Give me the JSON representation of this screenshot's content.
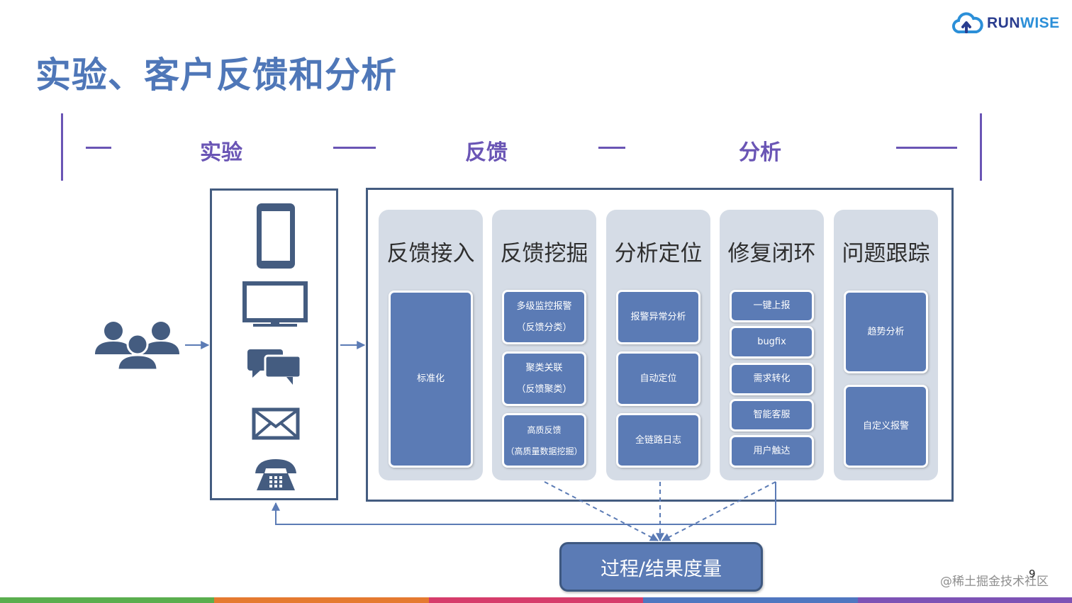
{
  "slide": {
    "title": "实验、客户反馈和分析",
    "page_number": "9"
  },
  "logo": {
    "part1": "RUN",
    "part2": "WISE"
  },
  "phases": [
    "实验",
    "反馈",
    "分析"
  ],
  "columns": [
    {
      "title": "反馈接入",
      "cells": [
        {
          "lines": [
            "标准化"
          ]
        }
      ]
    },
    {
      "title": "反馈挖掘",
      "cells": [
        {
          "lines": [
            "多级监控报警",
            "（反馈分类）"
          ]
        },
        {
          "lines": [
            "聚类关联",
            "（反馈聚类）"
          ]
        },
        {
          "lines": [
            "高质反馈",
            "（高质量数据挖掘）"
          ]
        }
      ]
    },
    {
      "title": "分析定位",
      "cells": [
        {
          "lines": [
            "报警异常分析"
          ]
        },
        {
          "lines": [
            "自动定位"
          ]
        },
        {
          "lines": [
            "全链路日志"
          ]
        }
      ]
    },
    {
      "title": "修复闭环",
      "cells": [
        {
          "lines": [
            "一键上报"
          ]
        },
        {
          "lines": [
            "bugfix"
          ]
        },
        {
          "lines": [
            "需求转化"
          ]
        },
        {
          "lines": [
            "智能客服"
          ]
        },
        {
          "lines": [
            "用户触达"
          ]
        }
      ]
    },
    {
      "title": "问题跟踪",
      "cells": [
        {
          "lines": [
            "趋势分析"
          ]
        },
        {
          "lines": [
            "自定义报警"
          ]
        }
      ]
    }
  ],
  "metrics_box": {
    "label": "过程/结果度量"
  },
  "channels": [
    "mobile-phone-icon",
    "monitor-icon",
    "chat-icon",
    "mail-icon",
    "telephone-icon"
  ],
  "users_icon": "users-group-icon",
  "watermark": "@稀土掘金技术社区",
  "colors": {
    "title": "#4f77b8",
    "phase": "#6a55b5",
    "cell_fill": "#5b7bb5",
    "column_bg": "#d5dce6",
    "frame": "#445c80",
    "footer_stripe": [
      "#5aae4e",
      "#e57a30",
      "#d63c6b",
      "#4f77c0",
      "#7d52b5"
    ]
  }
}
